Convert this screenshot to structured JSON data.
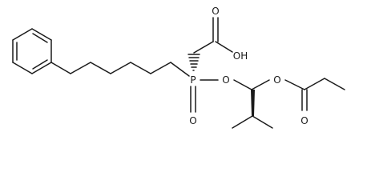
{
  "atoms": {
    "phosphorus": "P",
    "phosphoryl_oxygen": "O",
    "ester_oxygen_1": "O",
    "acetal_oxygen": "O",
    "carbonyl_oxygen": "O",
    "acid_carbonyl_oxygen": "O",
    "acid_hydroxyl": "OH"
  }
}
